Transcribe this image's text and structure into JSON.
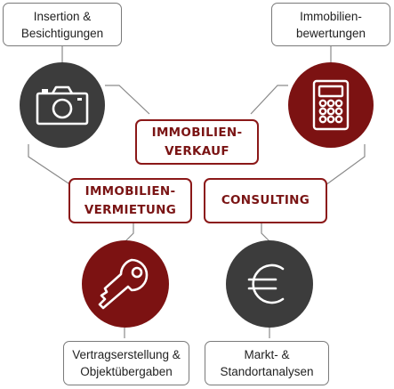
{
  "boxes": {
    "insertion": {
      "line1": "Insertion &",
      "line2": "Besichtigungen"
    },
    "bewertungen": {
      "line1": "Immobilien-",
      "line2": "bewertungen"
    },
    "verkauf": {
      "line1": "IMMOBILIEN-",
      "line2": "VERKAUF"
    },
    "vermietung": {
      "line1": "IMMOBILIEN-",
      "line2": "VERMIETUNG"
    },
    "consulting": {
      "line1": "CONSULTING"
    },
    "vertrag": {
      "line1": "Vertragserstellung &",
      "line2": "Objektübergaben"
    },
    "markt": {
      "line1": "Markt- &",
      "line2": "Standortanalysen"
    }
  },
  "icons": [
    "camera-icon",
    "calculator-icon",
    "key-icon",
    "euro-icon"
  ],
  "colors": {
    "accent_red": "#7c1212",
    "dark_circle": "#3c3c3c",
    "connector_grey": "#8a8a8a"
  }
}
